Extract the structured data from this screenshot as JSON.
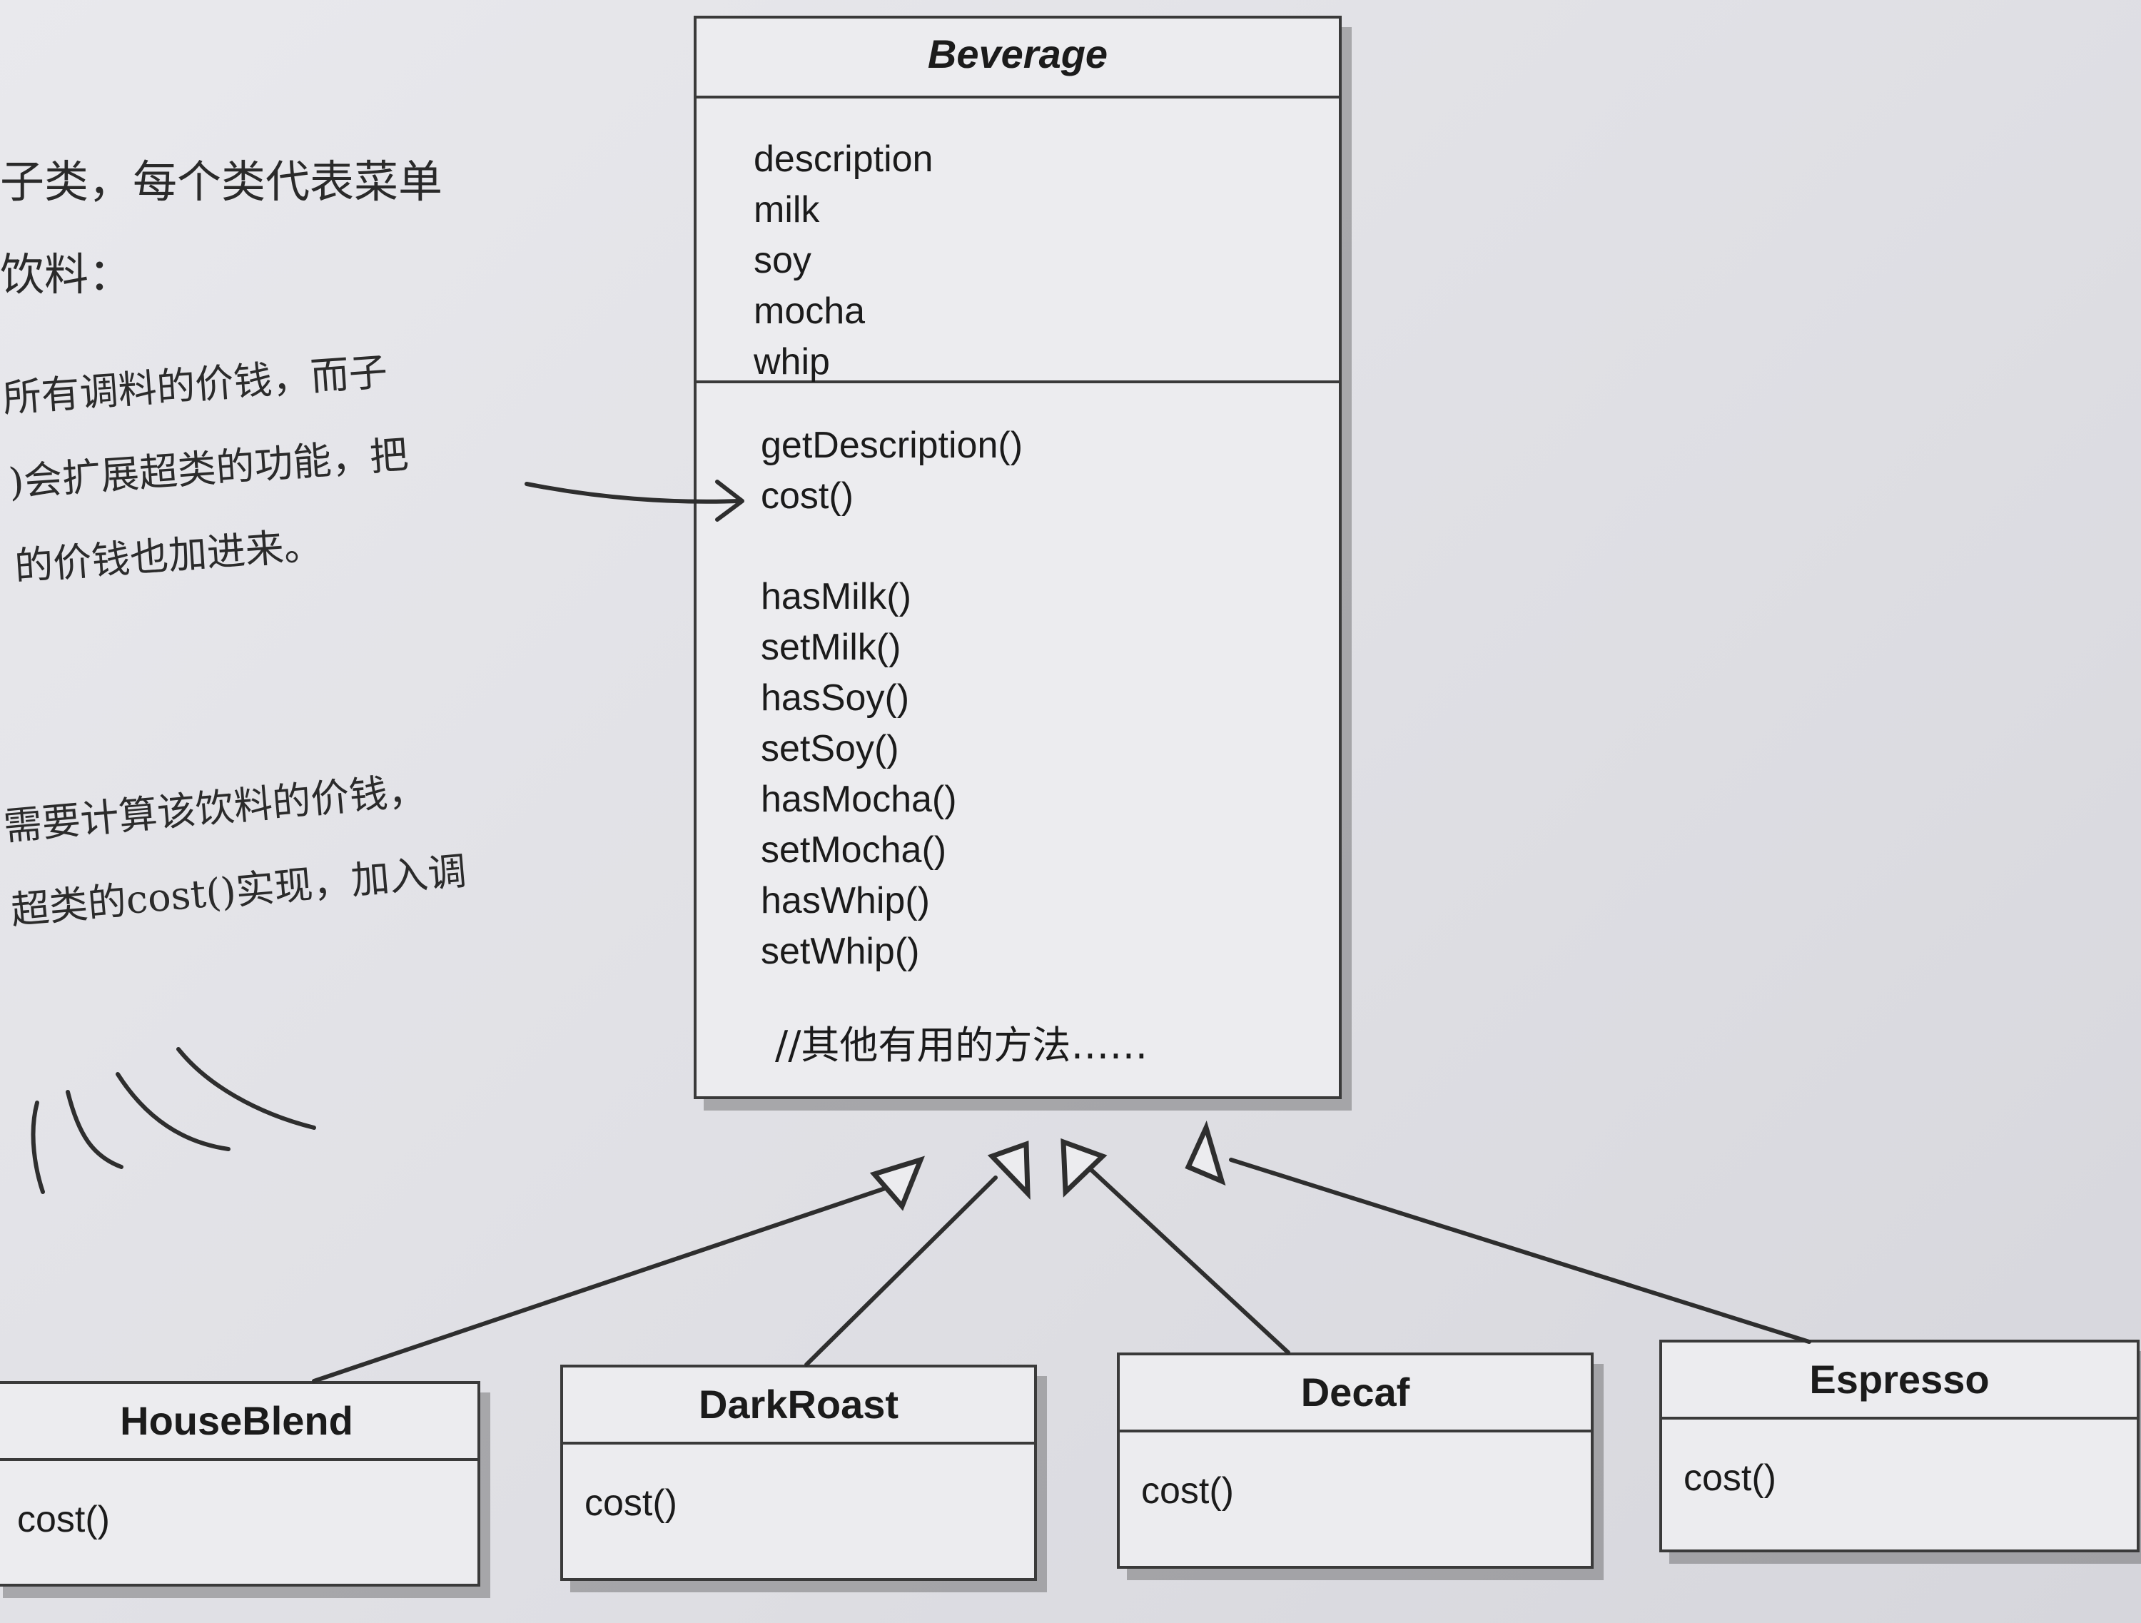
{
  "page_text": {
    "line1": "子类，每个类代表菜单",
    "line2": "饮料："
  },
  "notes": {
    "note1": [
      "所有调料的价钱，而子",
      ")会扩展超类的功能，把",
      "的价钱也加进来。"
    ],
    "note2": [
      "需要计算该饮料的价钱，",
      "超类的cost()实现，加入调"
    ]
  },
  "beverage": {
    "name": "Beverage",
    "attributes": [
      "description",
      "milk",
      "soy",
      "mocha",
      "whip"
    ],
    "methods_main": [
      "getDescription()",
      "cost()"
    ],
    "methods_condiments": [
      "hasMilk()",
      "setMilk()",
      "hasSoy()",
      "setSoy()",
      "hasMocha()",
      "setMocha()",
      "hasWhip()",
      "setWhip()"
    ],
    "other": "//其他有用的方法……"
  },
  "subclasses": [
    {
      "name": "HouseBlend",
      "method": "cost()"
    },
    {
      "name": "DarkRoast",
      "method": "cost()"
    },
    {
      "name": "Decaf",
      "method": "cost()"
    },
    {
      "name": "Espresso",
      "method": "cost()"
    }
  ],
  "colors": {
    "box_fill": "#ececef",
    "line": "#2e2e2e",
    "text": "#1b1b1b"
  }
}
